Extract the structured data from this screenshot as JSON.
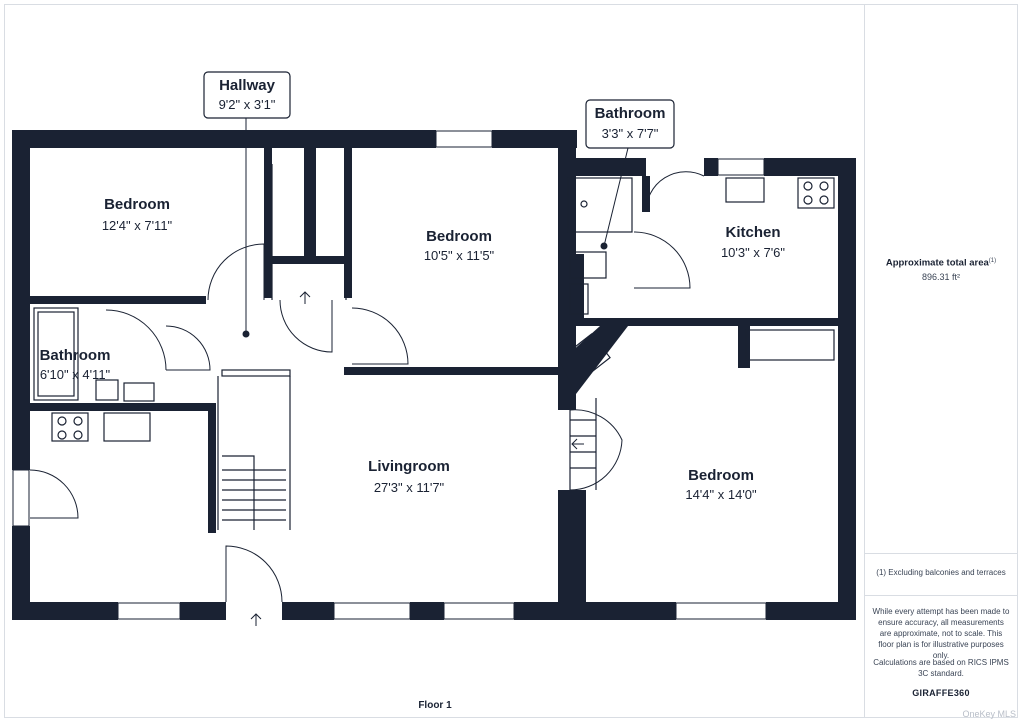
{
  "rooms": {
    "bedroom_nw": {
      "name": "Bedroom",
      "dim": "12'4\" x 7'11\""
    },
    "bedroom_center": {
      "name": "Bedroom",
      "dim": "10'5\" x 11'5\""
    },
    "bathroom_w": {
      "name": "Bathroom",
      "dim": "6'10\" x 4'11\""
    },
    "kitchen": {
      "name": "Kitchen",
      "dim": "10'3\" x 7'6\""
    },
    "livingroom": {
      "name": "Livingroom",
      "dim": "27'3\" x 11'7\""
    },
    "bedroom_se": {
      "name": "Bedroom",
      "dim": "14'4\" x 14'0\""
    }
  },
  "callouts": {
    "hallway": {
      "name": "Hallway",
      "dim": "9'2\" x 3'1\""
    },
    "bathroom_top": {
      "name": "Bathroom",
      "dim": "3'3\" x 7'7\""
    }
  },
  "sidebar": {
    "area_title": "Approximate total area",
    "area_sup": "(1)",
    "area_value": "896.31 ft²",
    "footnote": "(1) Excluding balconies and terraces",
    "disclaimer": "While every attempt has been made to ensure accuracy, all measurements are approximate, not to scale. This floor plan is for illustrative purposes only.",
    "calc_note": "Calculations are based on RICS IPMS 3C standard.",
    "brand_a": "GIRAFFE",
    "brand_b": "360"
  },
  "floor_label": "Floor 1",
  "watermark": "OneKey MLS",
  "colors": {
    "wall": "#1a2233",
    "fixture": "#1a2233",
    "background": "#ffffff",
    "divider": "#d9dde3"
  }
}
